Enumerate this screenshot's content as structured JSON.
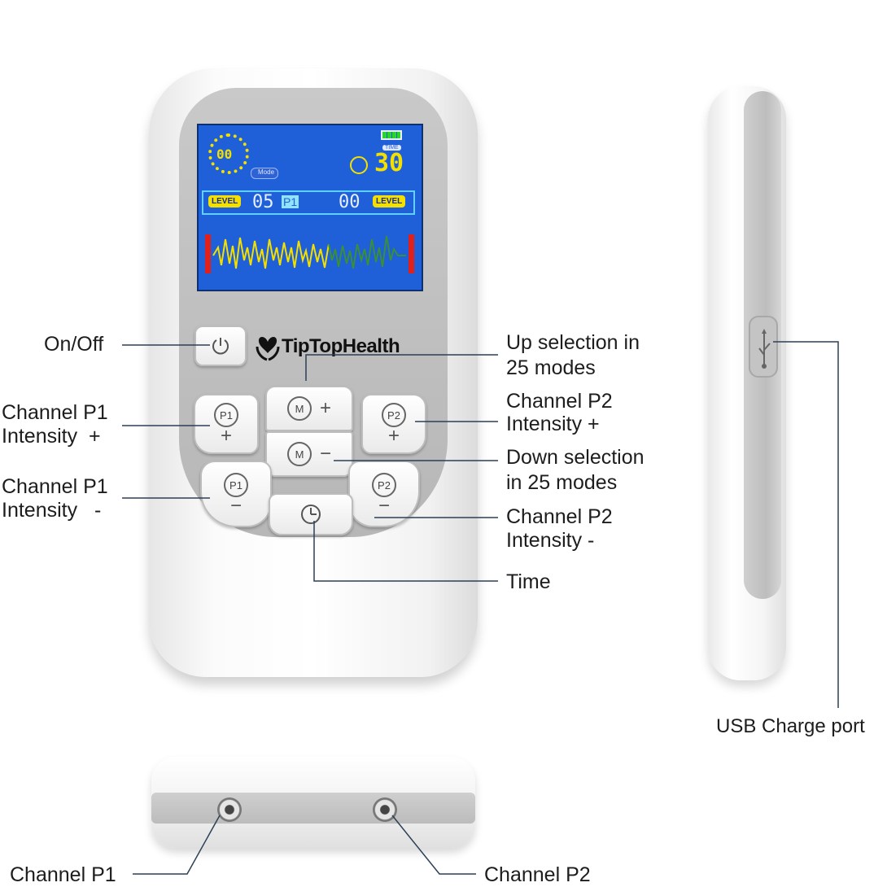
{
  "brand": {
    "name": "TipTopHealth"
  },
  "lcd": {
    "mode_value": "00",
    "mode_label": "Mode",
    "time_label": "TIME",
    "time_value": "30",
    "level_label": "LEVEL",
    "p1_value": "05",
    "p1_tag": "P1",
    "p2_value": "00"
  },
  "buttons": {
    "mode_chip": "M",
    "mode_up_sign": "+",
    "mode_down_sign": "−",
    "p1_chip": "P1",
    "p2_chip": "P2",
    "plus_sign": "+",
    "minus_sign": "−"
  },
  "labels": {
    "on_off": "On/Off",
    "p1_plus_line1": "Channel P1",
    "p1_plus_line2": "Intensity  +",
    "p1_minus_line1": "Channel P1",
    "p1_minus_line2": "Intensity   -",
    "up_line1": "Up selection in",
    "up_line2": "25 modes",
    "p2_plus_line1": "Channel P2",
    "p2_plus_line2": "Intensity +",
    "down_line1": "Down selection",
    "down_line2": "in 25 modes",
    "p2_minus_line1": "Channel P2",
    "p2_minus_line2": "Intensity -",
    "time": "Time",
    "usb": "USB Charge port",
    "bottom_p1": "Channel P1",
    "bottom_p2": "Channel P2"
  },
  "colors": {
    "lcd_background": "#1f5fd8",
    "lcd_accent": "#f3e000",
    "device_body": "#f3f3f3",
    "device_panel": "#bdbdbd",
    "callout_line": "#2b3f57"
  }
}
